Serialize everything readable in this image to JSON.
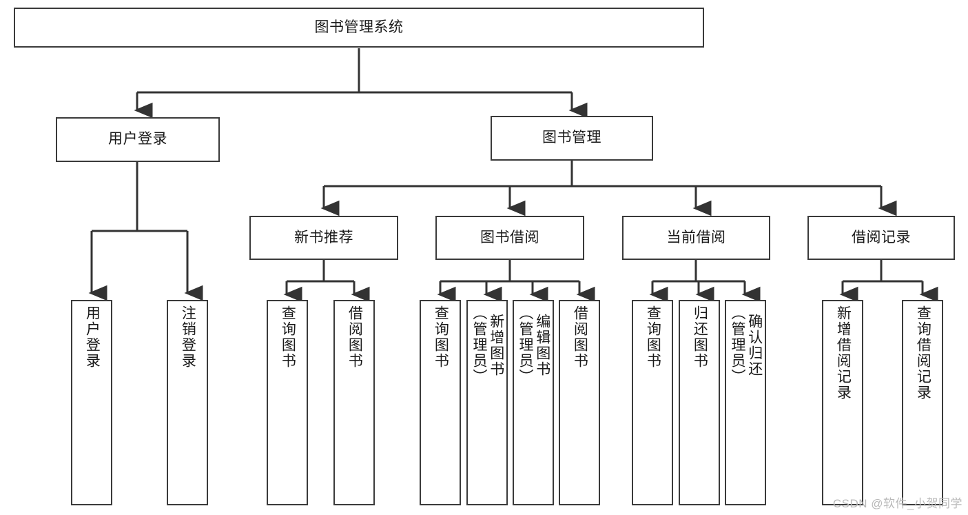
{
  "diagram": {
    "title": "图书管理系统",
    "type": "tree-hierarchy",
    "colors": {
      "box_border": "#3a3a3a",
      "box_fill": "#ffffff",
      "edge": "#333333",
      "text": "#1a1a1a",
      "watermark": "#b9b9b9",
      "background": "#ffffff"
    },
    "root": {
      "label": "图书管理系统"
    },
    "level1": [
      {
        "label": "用户登录"
      },
      {
        "label": "图书管理"
      }
    ],
    "level2": [
      {
        "label": "新书推荐"
      },
      {
        "label": "图书借阅"
      },
      {
        "label": "当前借阅"
      },
      {
        "label": "借阅记录"
      }
    ],
    "leaves": {
      "user_login": [
        {
          "label": "用户登录"
        },
        {
          "label": "注销登录"
        }
      ],
      "new_book_recommend": [
        {
          "label": "查询图书"
        },
        {
          "label": "借阅图书"
        }
      ],
      "book_borrow": [
        {
          "label": "查询图书"
        },
        {
          "label": "新增图书\n（管理员）"
        },
        {
          "label": "编辑图书\n（管理员）"
        },
        {
          "label": "借阅图书"
        }
      ],
      "current_borrow": [
        {
          "label": "查询图书"
        },
        {
          "label": "归还图书"
        },
        {
          "label": "确认归还\n（管理员）"
        }
      ],
      "borrow_record": [
        {
          "label": "新增借阅记录"
        },
        {
          "label": "查询借阅记录"
        }
      ]
    }
  },
  "watermark": {
    "text": "CSDN @软件_小贺同学"
  }
}
